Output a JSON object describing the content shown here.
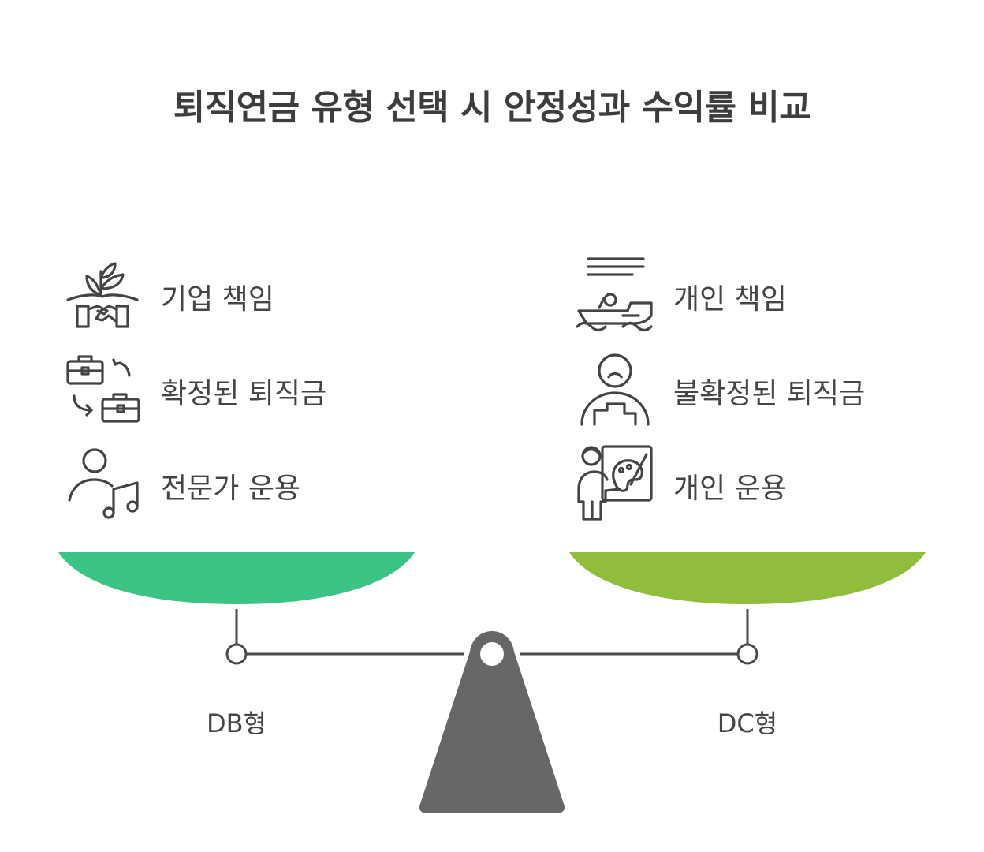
{
  "title": "퇴직연금 유형 선택 시 안정성과 수익률 비교",
  "left": {
    "name": "DB형",
    "color": "#3cc486",
    "items": [
      {
        "label": "기업 책임",
        "icon": "plant-handshake-icon"
      },
      {
        "label": "확정된 퇴직금",
        "icon": "briefcase-exchange-icon"
      },
      {
        "label": "전문가 운용",
        "icon": "person-music-note-icon"
      }
    ]
  },
  "right": {
    "name": "DC형",
    "color": "#91bd3c",
    "items": [
      {
        "label": "개인 책임",
        "icon": "person-boat-icon"
      },
      {
        "label": "불확정된 퇴직금",
        "icon": "sad-person-podium-icon"
      },
      {
        "label": "개인 운용",
        "icon": "artist-easel-icon"
      }
    ]
  },
  "fulcrum_color": "#676767",
  "line_color": "#4a4a4a"
}
